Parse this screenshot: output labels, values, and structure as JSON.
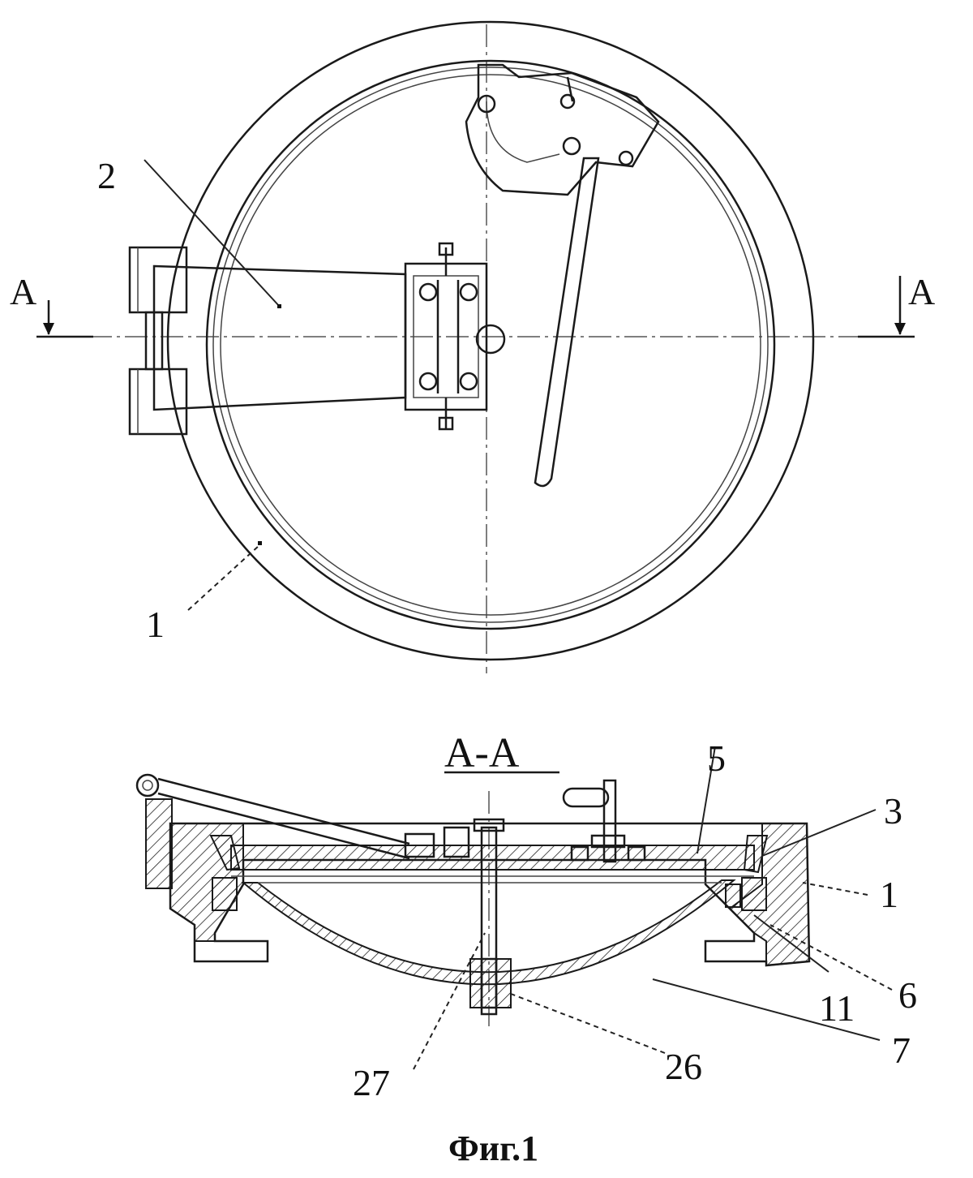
{
  "figure": {
    "caption": "Фиг.1",
    "section_title": "А-А",
    "section_marks": {
      "left": "А",
      "right": "А"
    },
    "plan_view_labels": {
      "cover": "2",
      "body": "1"
    },
    "section_view_labels": {
      "plate": "5",
      "seal_ring": "3",
      "body": "1",
      "part_11": "11",
      "part_6": "6",
      "dome": "7",
      "bolt": "27",
      "nut": "26"
    }
  }
}
